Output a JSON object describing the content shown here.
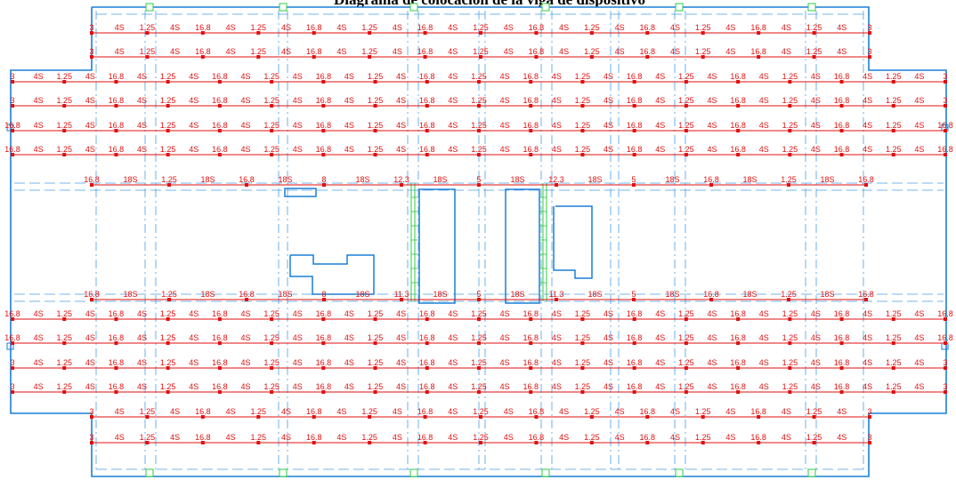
{
  "title": "Diagrama de colocación de la viga de dispositivo",
  "colors": {
    "outline": "#1a7fd6",
    "gridline": "#4a9fe6",
    "tendon": "#e01010",
    "column": "#2ecc40"
  },
  "rows": {
    "top": [
      [
        "3",
        "4S",
        "1.25",
        "4S",
        "16.8",
        "4S",
        "1.25",
        "4S",
        "16.8",
        "4S",
        "1.25",
        "4S",
        "16.8",
        "4S",
        "1.25",
        "4S",
        "16.8",
        "4S",
        "1.25",
        "4S",
        "16.8",
        "4S",
        "1.25",
        "4S",
        "16.8",
        "4S",
        "1.25",
        "4S",
        "3"
      ],
      [
        "3",
        "4S",
        "1.25",
        "4S",
        "16.8",
        "4S",
        "1.25",
        "4S",
        "16.8",
        "4S",
        "1.25",
        "4S",
        "16.8",
        "4S",
        "1.25",
        "4S",
        "16.8",
        "4S",
        "1.25",
        "4S",
        "16.8",
        "4S",
        "1.25",
        "4S",
        "16.8",
        "4S",
        "1.25",
        "4S",
        "3"
      ],
      [
        "3",
        "4S",
        "1.25",
        "4S",
        "16.8",
        "4S",
        "1.25",
        "4S",
        "16.8",
        "4S",
        "1.25",
        "4S",
        "16.8",
        "4S",
        "1.25",
        "4S",
        "16.8",
        "4S",
        "1.25",
        "4S",
        "16.8",
        "4S",
        "1.25",
        "4S",
        "16.8",
        "4S",
        "1.25",
        "4S",
        "16.8",
        "4S",
        "1.25",
        "4S",
        "16.8",
        "4S",
        "1.25",
        "4S",
        "3"
      ],
      [
        "3",
        "4S",
        "1.25",
        "4S",
        "16.8",
        "4S",
        "1.25",
        "4S",
        "16.8",
        "4S",
        "1.25",
        "4S",
        "16.8",
        "4S",
        "1.25",
        "4S",
        "16.8",
        "4S",
        "1.25",
        "4S",
        "16.8",
        "4S",
        "1.25",
        "4S",
        "16.8",
        "4S",
        "1.25",
        "4S",
        "16.8",
        "4S",
        "1.25",
        "4S",
        "16.8",
        "4S",
        "1.25",
        "4S",
        "3"
      ],
      [
        "16.8",
        "4S",
        "1.25",
        "4S",
        "16.8",
        "4S",
        "1.25",
        "4S",
        "16.8",
        "4S",
        "1.25",
        "4S",
        "16.8",
        "4S",
        "1.25",
        "4S",
        "16.8",
        "4S",
        "1.25",
        "4S",
        "16.8",
        "4S",
        "1.25",
        "4S",
        "16.8",
        "4S",
        "1.25",
        "4S",
        "16.8",
        "4S",
        "1.25",
        "4S",
        "16.8",
        "4S",
        "1.25",
        "4S",
        "16.8"
      ],
      [
        "16.8",
        "4S",
        "1.25",
        "4S",
        "16.8",
        "4S",
        "1.25",
        "4S",
        "16.8",
        "4S",
        "1.25",
        "4S",
        "16.8",
        "4S",
        "1.25",
        "4S",
        "16.8",
        "4S",
        "1.25",
        "4S",
        "16.8",
        "4S",
        "1.25",
        "4S",
        "16.8",
        "4S",
        "1.25",
        "4S",
        "16.8",
        "4S",
        "1.25",
        "4S",
        "16.8",
        "4S",
        "1.25",
        "4S",
        "16.8"
      ]
    ],
    "middle": [
      [
        "16.8",
        "18S",
        "1.25",
        "18S",
        "16.8",
        "18S",
        "8",
        "18S",
        "12.3",
        "18S",
        "5",
        "18S",
        "12.3",
        "18S",
        "5",
        "18S",
        "16.8",
        "18S",
        "1.25",
        "18S",
        "16.8"
      ],
      [
        "16.8",
        "18S",
        "1.25",
        "18S",
        "16.8",
        "18S",
        "8",
        "18S",
        "11.3",
        "18S",
        "5",
        "18S",
        "11.3",
        "18S",
        "5",
        "18S",
        "16.8",
        "18S",
        "1.25",
        "18S",
        "16.8"
      ]
    ],
    "bottom": [
      [
        "16.8",
        "4S",
        "1.25",
        "4S",
        "16.8",
        "4S",
        "1.25",
        "4S",
        "16.8",
        "4S",
        "1.25",
        "4S",
        "16.8",
        "4S",
        "1.25",
        "4S",
        "16.8",
        "4S",
        "1.25",
        "4S",
        "16.8",
        "4S",
        "1.25",
        "4S",
        "16.8",
        "4S",
        "1.25",
        "4S",
        "16.8",
        "4S",
        "1.25",
        "4S",
        "16.8",
        "4S",
        "1.25",
        "4S",
        "16.8"
      ],
      [
        "16.8",
        "4S",
        "1.25",
        "4S",
        "16.8",
        "4S",
        "1.25",
        "4S",
        "16.8",
        "4S",
        "1.25",
        "4S",
        "16.8",
        "4S",
        "1.25",
        "4S",
        "16.8",
        "4S",
        "1.25",
        "4S",
        "16.8",
        "4S",
        "1.25",
        "4S",
        "16.8",
        "4S",
        "1.25",
        "4S",
        "16.8",
        "4S",
        "1.25",
        "4S",
        "16.8",
        "4S",
        "1.25",
        "4S",
        "16.8"
      ],
      [
        "3",
        "4S",
        "1.25",
        "4S",
        "16.8",
        "4S",
        "1.25",
        "4S",
        "16.8",
        "4S",
        "1.25",
        "4S",
        "16.8",
        "4S",
        "1.25",
        "4S",
        "16.8",
        "4S",
        "1.25",
        "4S",
        "16.8",
        "4S",
        "1.25",
        "4S",
        "16.8",
        "4S",
        "1.25",
        "4S",
        "16.8",
        "4S",
        "1.25",
        "4S",
        "16.8",
        "4S",
        "1.25",
        "4S",
        "3"
      ],
      [
        "3",
        "4S",
        "1.25",
        "4S",
        "16.8",
        "4S",
        "1.25",
        "4S",
        "16.8",
        "4S",
        "1.25",
        "4S",
        "16.8",
        "4S",
        "1.25",
        "4S",
        "16.8",
        "4S",
        "1.25",
        "4S",
        "16.8",
        "4S",
        "1.25",
        "4S",
        "16.8",
        "4S",
        "1.25",
        "4S",
        "16.8",
        "4S",
        "1.25",
        "4S",
        "16.8",
        "4S",
        "1.25",
        "4S",
        "3"
      ],
      [
        "3",
        "4S",
        "1.25",
        "4S",
        "16.8",
        "4S",
        "1.25",
        "4S",
        "16.8",
        "4S",
        "1.25",
        "4S",
        "16.8",
        "4S",
        "1.25",
        "4S",
        "16.8",
        "4S",
        "1.25",
        "4S",
        "16.8",
        "4S",
        "1.25",
        "4S",
        "16.8",
        "4S",
        "1.25",
        "4S",
        "3"
      ],
      [
        "3",
        "4S",
        "1.25",
        "4S",
        "16.8",
        "4S",
        "1.25",
        "4S",
        "16.8",
        "4S",
        "1.25",
        "4S",
        "16.8",
        "4S",
        "1.25",
        "4S",
        "16.8",
        "4S",
        "1.25",
        "4S",
        "16.8",
        "4S",
        "1.25",
        "4S",
        "16.8",
        "4S",
        "1.25",
        "4S",
        "3"
      ]
    ]
  }
}
